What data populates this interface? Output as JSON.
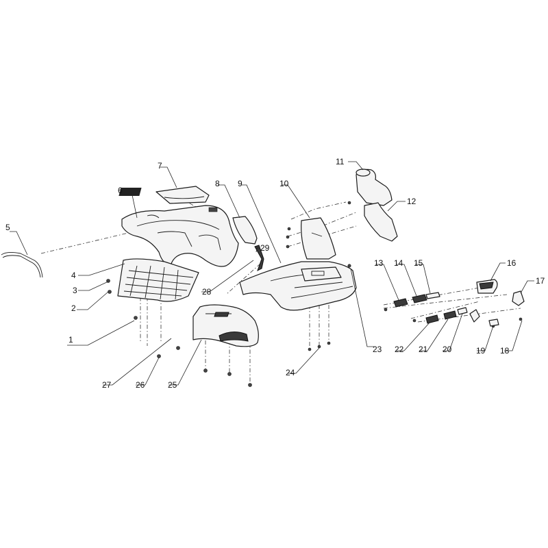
{
  "callouts": [
    {
      "num": "1"
    },
    {
      "num": "2"
    },
    {
      "num": "3"
    },
    {
      "num": "4"
    },
    {
      "num": "5"
    },
    {
      "num": "6"
    },
    {
      "num": "7"
    },
    {
      "num": "8"
    },
    {
      "num": "9"
    },
    {
      "num": "10"
    },
    {
      "num": "11"
    },
    {
      "num": "12"
    },
    {
      "num": "13"
    },
    {
      "num": "14"
    },
    {
      "num": "15"
    },
    {
      "num": "16"
    },
    {
      "num": "17"
    },
    {
      "num": "18"
    },
    {
      "num": "19"
    },
    {
      "num": "20"
    },
    {
      "num": "21"
    },
    {
      "num": "22"
    },
    {
      "num": "23"
    },
    {
      "num": "24"
    },
    {
      "num": "25"
    },
    {
      "num": "26"
    },
    {
      "num": "27"
    },
    {
      "num": "28"
    },
    {
      "num": "29"
    }
  ],
  "colors": {
    "line": "#1a1a1a",
    "fill": "#f4f4f4",
    "background": "#ffffff"
  }
}
